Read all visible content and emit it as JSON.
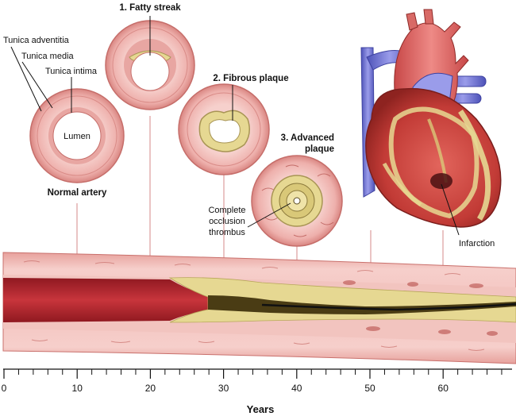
{
  "labels": {
    "tunica_adventitia": "Tunica adventitia",
    "tunica_media": "Tunica media",
    "tunica_intima": "Tunica intima",
    "lumen": "Lumen",
    "normal_artery": "Normal artery",
    "fatty_streak": "1. Fatty streak",
    "fibrous_plaque": "2. Fibrous plaque",
    "advanced_plaque_line1": "3. Advanced",
    "advanced_plaque_line2": "plaque",
    "occlusion_line1": "Complete",
    "occlusion_line2": "occlusion",
    "occlusion_line3": "thrombus",
    "infarction": "Infarction"
  },
  "axis": {
    "title": "Years",
    "ticks": [
      "0",
      "10",
      "20",
      "30",
      "40",
      "50",
      "60"
    ]
  },
  "colors": {
    "vessel_wall": "#f0b8b4",
    "vessel_edge": "#c9706c",
    "blood": "#b5242e",
    "plaque": "#e8dc9a",
    "plaque_dark": "#5a4a1e",
    "heart_red": "#c8413c",
    "vein_blue": "#6a6fd0"
  }
}
